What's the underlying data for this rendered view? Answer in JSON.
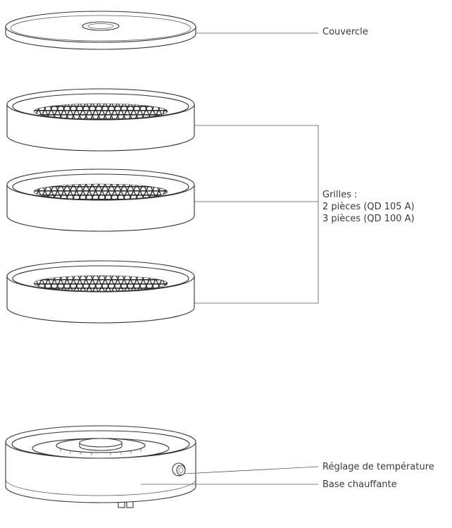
{
  "labels": {
    "lid": "Couvercle",
    "grilles_line1": "Grilles :",
    "grilles_line2": "2 pièces (QD 105 A)",
    "grilles_line3": "3 pièces (QD 100 A)",
    "temperature": "Réglage de température",
    "base": "Base chauffante"
  },
  "colors": {
    "line": "#333333",
    "text": "#3a3a3a",
    "mesh": "#2a2a2a",
    "background": "#ffffff"
  }
}
